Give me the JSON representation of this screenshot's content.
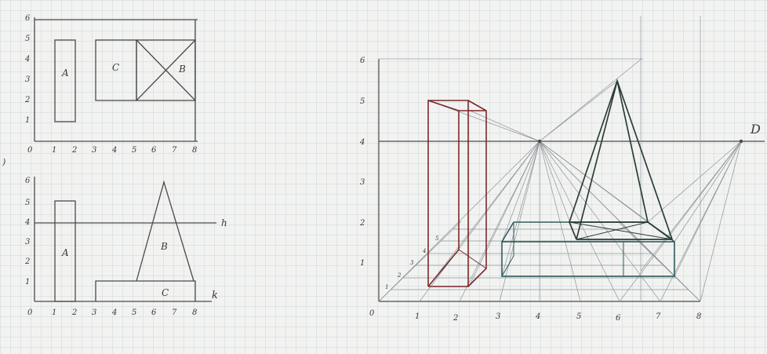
{
  "top_view": {
    "y_ticks": [
      "1",
      "2",
      "3",
      "4",
      "5",
      "6"
    ],
    "x_ticks": [
      "0",
      "1",
      "2",
      "3",
      "4",
      "5",
      "6",
      "7",
      "8"
    ],
    "label_a": "A",
    "label_c": "C",
    "label_b": "B"
  },
  "side_view": {
    "y_ticks": [
      "1",
      "2",
      "3",
      "4",
      "5",
      "6"
    ],
    "x_ticks": [
      "0",
      "1",
      "2",
      "3",
      "4",
      "5",
      "6",
      "7",
      "8"
    ],
    "label_a": "A",
    "label_b": "B",
    "label_c": "C",
    "horizon_label": "h",
    "ground_label": "k"
  },
  "perspective": {
    "y_ticks": [
      "1",
      "2",
      "3",
      "4",
      "5",
      "6"
    ],
    "x_ticks": [
      "0",
      "1",
      "2",
      "3",
      "4",
      "5",
      "6",
      "7",
      "8"
    ],
    "depth_ticks": [
      "1",
      "2",
      "3",
      "4",
      "5"
    ],
    "vanishing_point_label": "D"
  },
  "colors": {
    "grid": "#b9c3cb",
    "pencil": "#4a4a4a",
    "red_box": "#7a2a2a",
    "teal_box": "#2f5d5e",
    "pyramid": "#2c3d36"
  }
}
